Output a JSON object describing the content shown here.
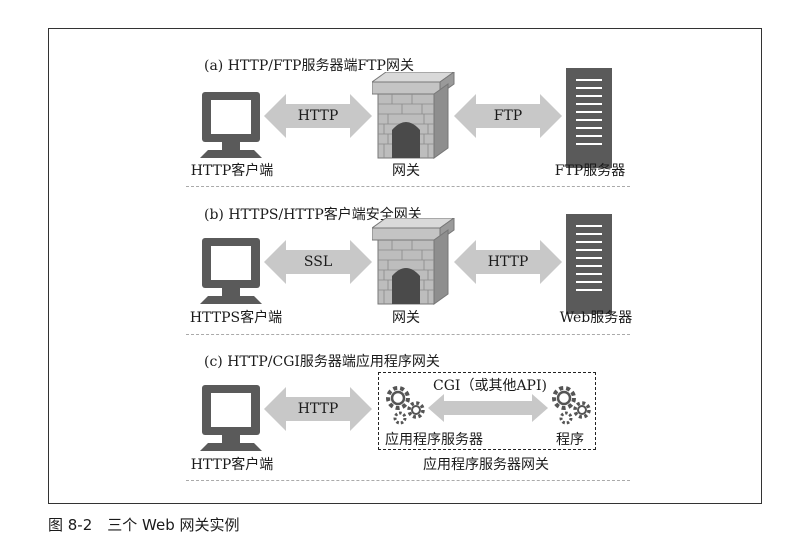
{
  "panels": {
    "a": {
      "title": "(a) HTTP/FTP服务器端FTP网关",
      "client_label": "HTTP客户端",
      "left_arrow": "HTTP",
      "gateway_label": "网关",
      "right_arrow": "FTP",
      "server_label": "FTP服务器"
    },
    "b": {
      "title": "(b) HTTPS/HTTP客户端安全网关",
      "client_label": "HTTPS客户端",
      "left_arrow": "SSL",
      "gateway_label": "网关",
      "right_arrow": "HTTP",
      "server_label": "Web服务器"
    },
    "c": {
      "title": "(c) HTTP/CGI服务器端应用程序网关",
      "client_label": "HTTP客户端",
      "left_arrow": "HTTP",
      "app_server_label": "应用程序服务器",
      "inner_arrow": "CGI（或其他API)",
      "program_label": "程序",
      "box_label": "应用程序服务器网关"
    }
  },
  "caption": "图 8-2　三个 Web 网关实例",
  "colors": {
    "icon_dark": "#5a5a5a",
    "arrow_fill": "#c8c8c8",
    "brick": "#bdbdbd"
  }
}
